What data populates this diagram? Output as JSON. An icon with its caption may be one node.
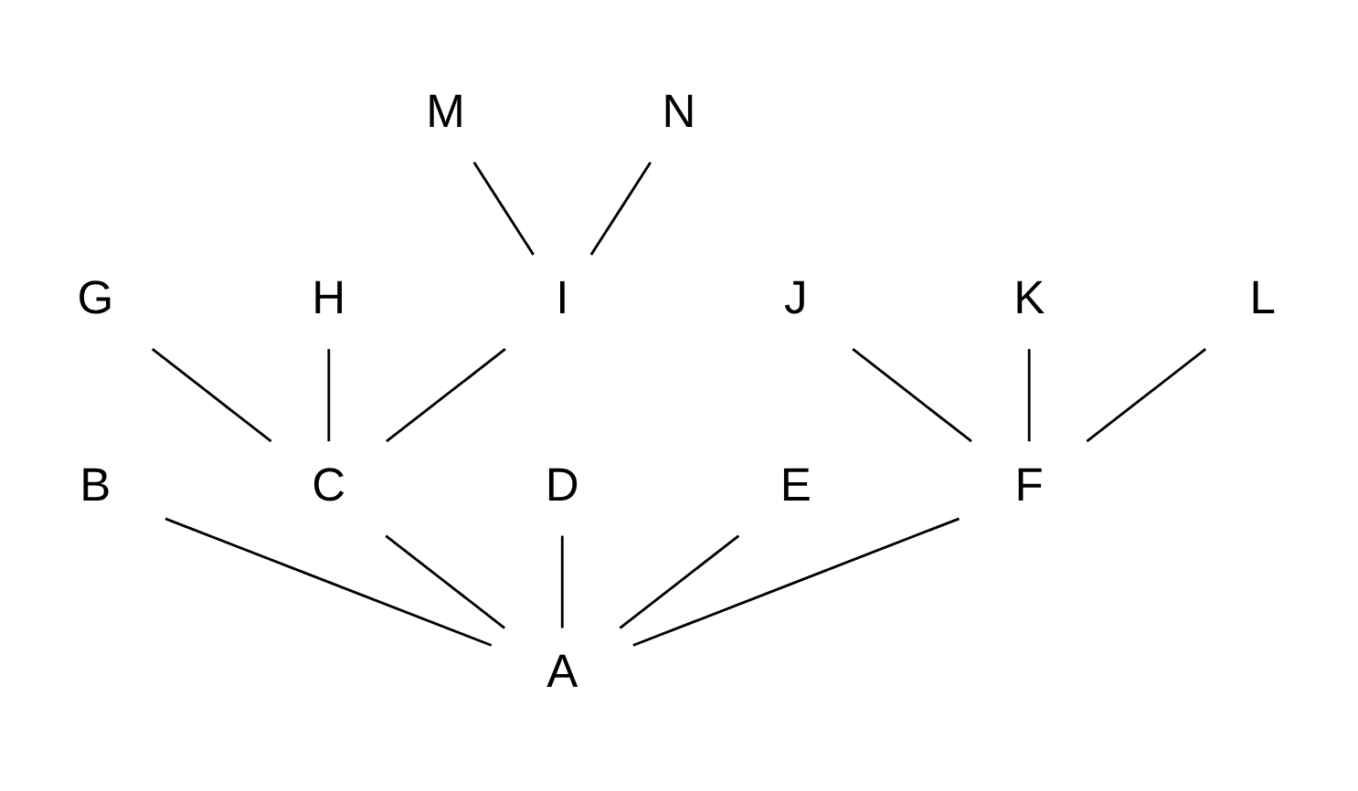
{
  "diagram": {
    "nodes": [
      {
        "text": [
          "A"
        ]
      },
      {
        "text": [
          "B"
        ]
      },
      {
        "text": [
          "C"
        ]
      },
      {
        "text": [
          "D"
        ]
      },
      {
        "text": [
          "E"
        ]
      },
      {
        "text": [
          "F"
        ]
      },
      {
        "text": [
          "G"
        ]
      },
      {
        "text": [
          "H"
        ]
      },
      {
        "text": [
          "I"
        ]
      },
      {
        "text": [
          "J"
        ]
      },
      {
        "text": [
          "K"
        ]
      },
      {
        "text": [
          "L"
        ]
      },
      {
        "text": [
          "M"
        ]
      },
      {
        "text": [
          "N"
        ]
      }
    ],
    "edges": [
      {
        "from": 0,
        "to": 1,
        "arrow": "none"
      },
      {
        "from": 0,
        "to": 2,
        "arrow": "none"
      },
      {
        "from": 0,
        "to": 3,
        "arrow": "none"
      },
      {
        "from": 0,
        "to": 4,
        "arrow": "none"
      },
      {
        "from": 0,
        "to": 5,
        "arrow": "none"
      },
      {
        "from": 2,
        "to": 6,
        "arrow": "none"
      },
      {
        "from": 2,
        "to": 7,
        "arrow": "none"
      },
      {
        "from": 2,
        "to": 8,
        "arrow": "none"
      },
      {
        "from": 5,
        "to": 9,
        "arrow": "none"
      },
      {
        "from": 5,
        "to": 10,
        "arrow": "none"
      },
      {
        "from": 5,
        "to": 11,
        "arrow": "none"
      },
      {
        "from": 8,
        "to": 12,
        "arrow": "none"
      },
      {
        "from": 8,
        "to": 13,
        "arrow": "none"
      }
    ]
  }
}
